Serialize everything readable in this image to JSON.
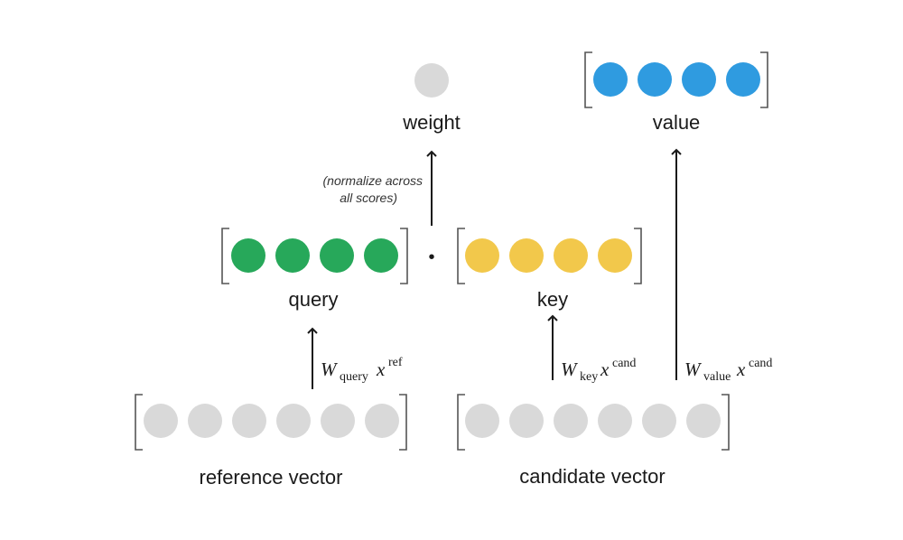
{
  "labels": {
    "weight": "weight",
    "value": "value",
    "query": "query",
    "key": "key",
    "reference_vector": "reference vector",
    "candidate_vector": "candidate vector",
    "normalize_line1": "(normalize across",
    "normalize_line2": "all scores)",
    "dot_operator": "•"
  },
  "formulas": {
    "query": {
      "base": "W",
      "sub": "query",
      "var": "x",
      "sup": "ref"
    },
    "key": {
      "base": "W",
      "sub": "key",
      "var": "x",
      "sup": "cand"
    },
    "value": {
      "base": "W",
      "sub": "value",
      "var": "x",
      "sup": "cand"
    }
  },
  "vectors": {
    "weight": {
      "count": 1,
      "color": "#d9d9d9"
    },
    "value": {
      "count": 4,
      "color": "#2f9be0"
    },
    "query": {
      "count": 4,
      "color": "#27a85a"
    },
    "key": {
      "count": 4,
      "color": "#f2c84b"
    },
    "reference": {
      "count": 6,
      "color": "#d9d9d9"
    },
    "candidate": {
      "count": 6,
      "color": "#d9d9d9"
    }
  }
}
